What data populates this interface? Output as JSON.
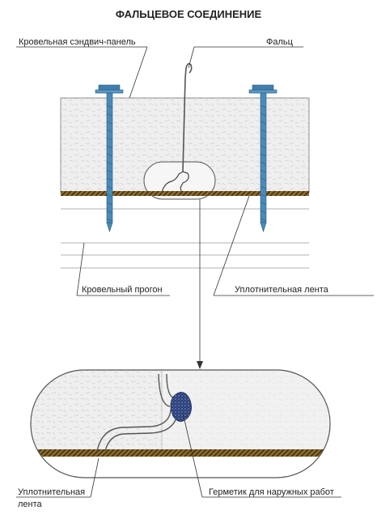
{
  "title": "ФАЛЬЦЕВОЕ СОЕДИНЕНИЕ",
  "labels": {
    "sandwich_panel": "Кровельная сэндвич-панель",
    "seam": "Фальц",
    "purlin": "Кровельный прогон",
    "sealing_tape_top": "Уплотнительная лента",
    "sealing_tape_bottom_line1": "Уплотнительная",
    "sealing_tape_bottom_line2": "лента",
    "sealant": "Герметик для наружных работ"
  },
  "colors": {
    "foam": "#efefef",
    "screw": "#3f7fae",
    "tape": "#8b6a2c",
    "sealant": "#2a3f7a",
    "outline": "#555555"
  }
}
